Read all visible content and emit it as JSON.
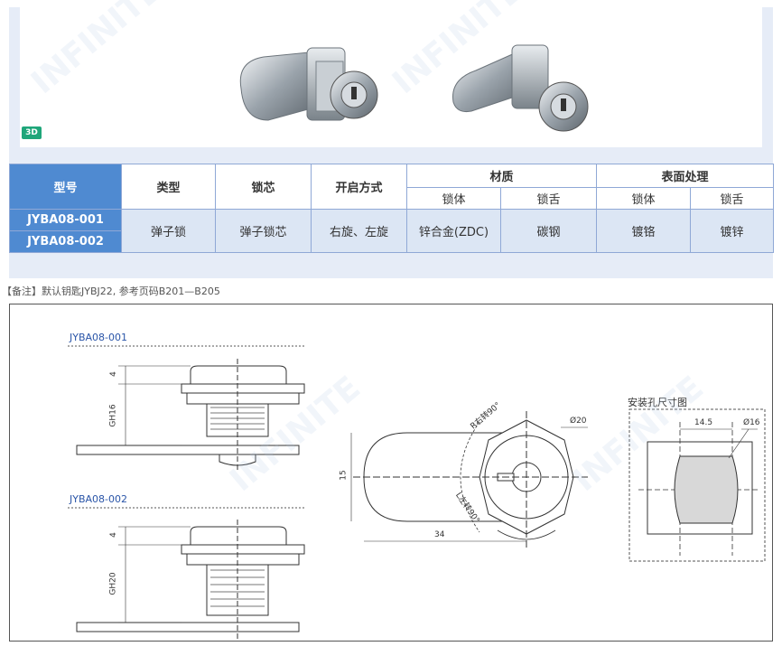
{
  "badge": "3D",
  "table": {
    "headers": {
      "model": "型号",
      "type": "类型",
      "core": "锁芯",
      "open": "开启方式",
      "material": "材质",
      "surface": "表面处理",
      "body": "锁体",
      "tongue": "锁舌"
    },
    "models": [
      "JYBA08-001",
      "JYBA08-002"
    ],
    "row": {
      "type": "弹子锁",
      "core": "弹子锁芯",
      "open": "右旋、左旋",
      "body_material": "锌合金(ZDC)",
      "tongue_material": "碳钢",
      "body_surface": "镀铬",
      "tongue_surface": "镀锌"
    }
  },
  "note": "【备注】默认钥匙JYBJ22, 参考页码B201—B205",
  "drawing": {
    "label_001": "JYBA08-001",
    "label_002": "JYBA08-002",
    "dim_4a": "4",
    "dim_gh16": "GH16",
    "dim_4b": "4",
    "dim_gh20": "GH20",
    "dim_15": "15",
    "dim_34": "34",
    "dim_d20": "Ø20",
    "dim_r": "R右转90°",
    "dim_l": "L左转90°",
    "hole_title": "安装孔尺寸图",
    "dim_145": "14.5",
    "dim_d16": "Ø16"
  },
  "watermark": "INFINITE"
}
